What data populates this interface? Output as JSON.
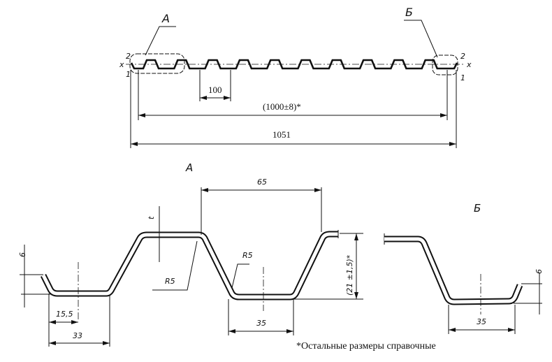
{
  "overview": {
    "callout_a": "А",
    "callout_b": "Б",
    "axis_x_left": "x",
    "axis_x_right": "x",
    "label_2_left": "2",
    "label_1_left": "1",
    "label_2_right": "2",
    "label_1_right": "1",
    "dim_pitch": "100",
    "dim_useful_width": "(1000±8)*",
    "dim_total_width": "1051"
  },
  "detail_a": {
    "title": "А",
    "dim_65": "65",
    "dim_t": "t",
    "dim_6": "6",
    "dim_r5_top": "R5",
    "dim_r5_bottom": "R5",
    "dim_height": "(21 ±1,5)*",
    "dim_15_5": "15,5",
    "dim_33": "33",
    "dim_35": "35"
  },
  "detail_b": {
    "title": "Б",
    "dim_6": "6",
    "dim_35": "35"
  },
  "note": "*Остальные размеры справочные"
}
